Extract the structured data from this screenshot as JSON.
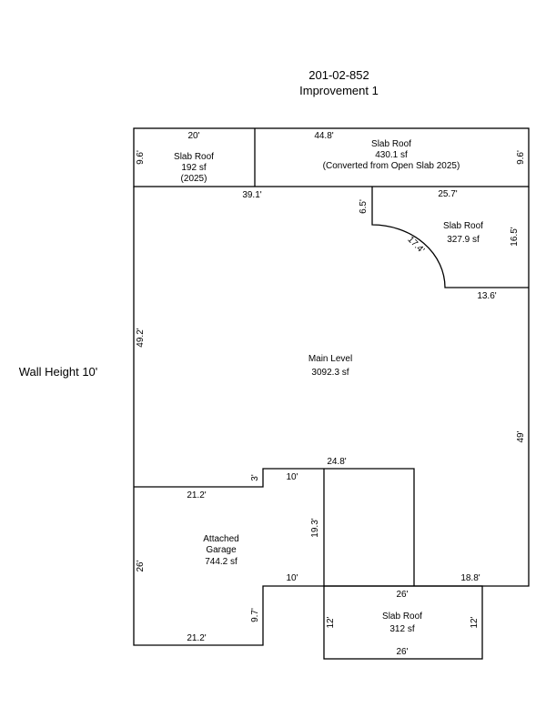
{
  "header": {
    "parcel_id": "201-02-852",
    "improvement": "Improvement 1"
  },
  "wall_height": "Wall Height 10'",
  "areas": {
    "slab_roof_left": {
      "line1": "Slab Roof",
      "line2": "192 sf",
      "line3": "(2025)"
    },
    "slab_roof_top": {
      "line1": "Slab Roof",
      "line2": "430.1 sf",
      "line3": "(Converted from Open Slab 2025)"
    },
    "slab_roof_corner": {
      "line1": "Slab Roof",
      "line2": "327.9 sf"
    },
    "main_level": {
      "line1": "Main Level",
      "line2": "3092.3 sf"
    },
    "garage": {
      "line1": "Attached",
      "line2": "Garage",
      "line3": "744.2 sf"
    },
    "slab_roof_bottom": {
      "line1": "Slab Roof",
      "line2": "312 sf"
    }
  },
  "dimensions": {
    "d20": "20'",
    "d44_8": "44.8'",
    "d9_6_left": "9.6'",
    "d9_6_right": "9.6'",
    "d39_1": "39.1'",
    "d25_7": "25.7'",
    "d6_5": "6.5'",
    "d17_4": "17.4'",
    "d16_5": "16.5'",
    "d13_6": "13.6'",
    "d49_2": "49.2'",
    "d49": "49'",
    "d24_8": "24.8'",
    "d3": "3'",
    "d10_top": "10'",
    "d21_2_top": "21.2'",
    "d19_3": "19.3'",
    "d26_left": "26'",
    "d10_bottom": "10'",
    "d26_top": "26'",
    "d18_8": "18.8'",
    "d9_7": "9.7'",
    "d12_left": "12'",
    "d12_right": "12'",
    "d21_2_bottom": "21.2'",
    "d26_bottom": "26'"
  }
}
